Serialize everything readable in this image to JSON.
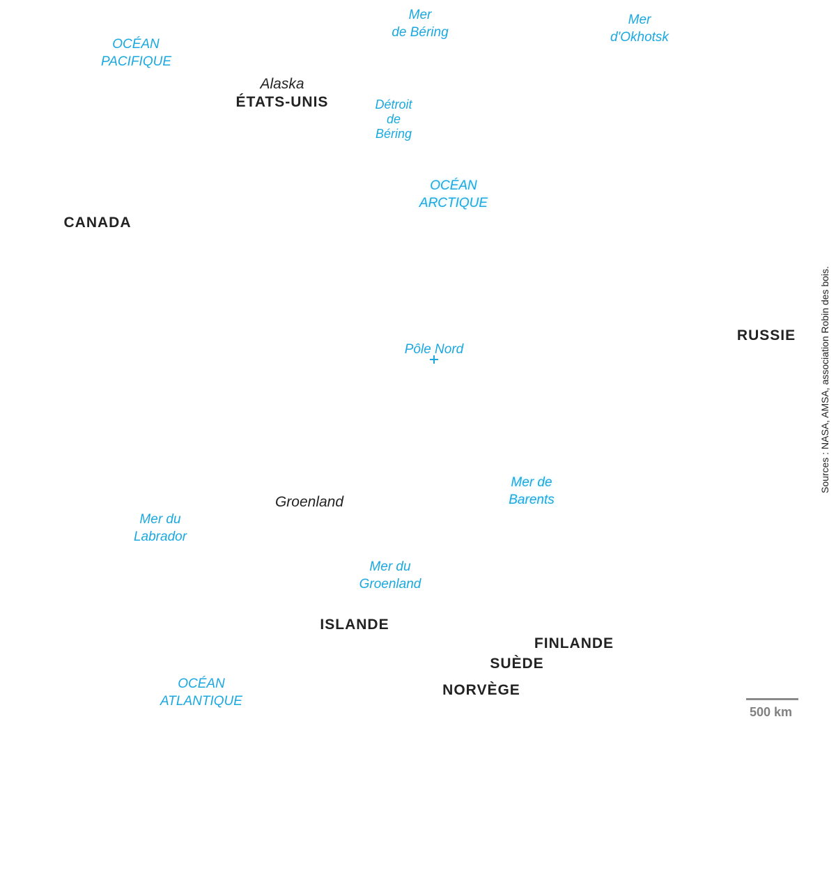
{
  "seas": {
    "pacifique": "OCÉAN\nPACIFIQUE",
    "bering": "Mer\nde Béring",
    "okhotsk": "Mer\nd'Okhotsk",
    "detroit": "Détroit\nde\nBéring",
    "arctique": "OCÉAN\nARCTIQUE",
    "barents": "Mer de\nBarents",
    "labrador": "Mer du\nLabrador",
    "groenland_mer": "Mer du\nGroenland",
    "atlantique": "OCÉAN\nATLANTIQUE"
  },
  "regions": {
    "alaska": "Alaska",
    "groenland": "Groenland"
  },
  "countries": {
    "etats_unis": "ÉTATS-UNIS",
    "canada": "CANADA",
    "russie": "RUSSIE",
    "islande": "ISLANDE",
    "finlande": "FINLANDE",
    "suede": "SUÈDE",
    "norvege": "NORVÈGE"
  },
  "pole": {
    "label": "Pôle Nord"
  },
  "scale": {
    "label": "500 km"
  },
  "sources": "Sources : NASA, AMSA, association Robin des bois.",
  "colors": {
    "sea_label": "#1aa8e0",
    "land_label": "#222222",
    "scale": "#8a8a8a"
  }
}
